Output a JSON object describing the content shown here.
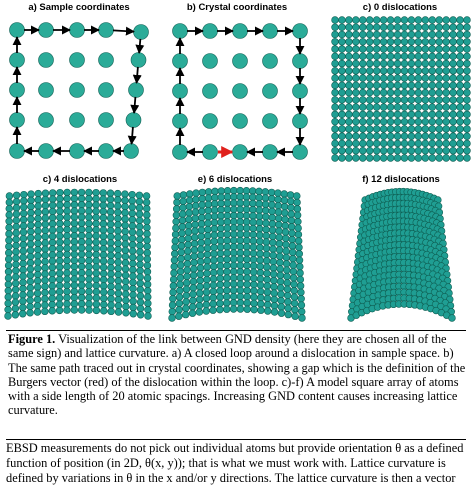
{
  "panels": [
    {
      "id": "a",
      "title": "a) Sample coordinates"
    },
    {
      "id": "b",
      "title": "b) Crystal coordinates"
    },
    {
      "id": "c0",
      "title": "c) 0 dislocations"
    },
    {
      "id": "c4",
      "title": "c) 4 dislocations"
    },
    {
      "id": "e6",
      "title": "e) 6 dislocations"
    },
    {
      "id": "f12",
      "title": "f) 12 dislocations"
    }
  ],
  "colors": {
    "atom_fill": "#2bab98",
    "atom_stroke": "#0f5e52",
    "lattice_atom": "#1f9e93",
    "path": "#000000",
    "burgers_vector": "#e0201c"
  },
  "caption": {
    "label": "Figure 1.",
    "text": " Visualization of the link between GND density (here they are chosen all of the same sign) and lattice curvature. a) A closed loop around a dislocation in sample space. b) The same path traced out in crystal coordinates, showing a gap which is the definition of the Burgers vector (red) of the dislocation within the loop. c)-f) A model square array of atoms with a side length of 20 atomic spacings. Increasing GND content causes increasing lattice curvature."
  },
  "body_text": "EBSD measurements do not pick out individual atoms but provide orientation θ as a defined function of position (in 2D, θ(x, y)); that is what we must work with. Lattice curvature is defined by variations in θ in the x and/or y directions. The lattice curvature is then a vector"
}
